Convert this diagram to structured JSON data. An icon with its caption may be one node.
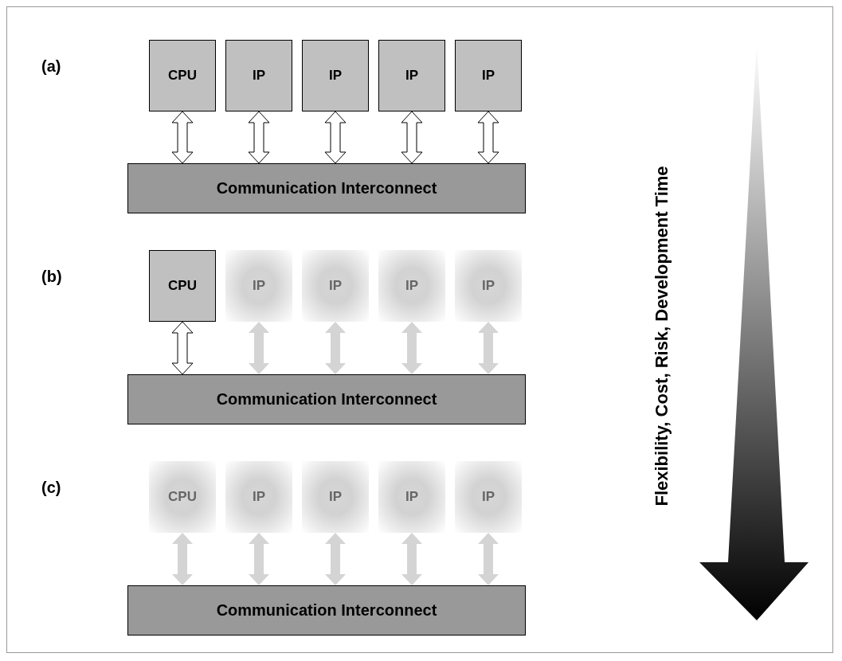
{
  "diagram": {
    "nodes": [
      {
        "text": [
          "CPU"
        ]
      },
      {
        "text": [
          "IP"
        ]
      },
      {
        "text": [
          "IP"
        ]
      },
      {
        "text": [
          "IP"
        ]
      },
      {
        "text": [
          "IP"
        ]
      },
      {
        "text": [
          "Communication Interconnect"
        ]
      },
      {
        "text": [
          "CPU"
        ]
      },
      {
        "text": [
          "IP"
        ]
      },
      {
        "text": [
          "IP"
        ]
      },
      {
        "text": [
          "IP"
        ]
      },
      {
        "text": [
          "IP"
        ]
      },
      {
        "text": [
          "Communication Interconnect"
        ]
      },
      {
        "text": [
          "CPU"
        ]
      },
      {
        "text": [
          "IP"
        ]
      },
      {
        "text": [
          "IP"
        ]
      },
      {
        "text": [
          "IP"
        ]
      },
      {
        "text": [
          "IP"
        ]
      },
      {
        "text": [
          "Communication Interconnect"
        ]
      }
    ],
    "edges": [
      {
        "from": 0,
        "to": 5,
        "arrow": "both"
      },
      {
        "from": 1,
        "to": 5,
        "arrow": "both"
      },
      {
        "from": 2,
        "to": 5,
        "arrow": "both"
      },
      {
        "from": 3,
        "to": 5,
        "arrow": "both"
      },
      {
        "from": 4,
        "to": 5,
        "arrow": "both"
      },
      {
        "from": 6,
        "to": 11,
        "arrow": "both"
      },
      {
        "from": 7,
        "to": 11,
        "arrow": "both",
        "color": "#d4d4d4"
      },
      {
        "from": 8,
        "to": 11,
        "arrow": "both",
        "color": "#d4d4d4"
      },
      {
        "from": 9,
        "to": 11,
        "arrow": "both",
        "color": "#d4d4d4"
      },
      {
        "from": 10,
        "to": 11,
        "arrow": "both",
        "color": "#d4d4d4"
      },
      {
        "from": 12,
        "to": 17,
        "arrow": "both",
        "color": "#d4d4d4"
      },
      {
        "from": 13,
        "to": 17,
        "arrow": "both",
        "color": "#d4d4d4"
      },
      {
        "from": 14,
        "to": 17,
        "arrow": "both",
        "color": "#d4d4d4"
      },
      {
        "from": 15,
        "to": 17,
        "arrow": "both",
        "color": "#d4d4d4"
      },
      {
        "from": 16,
        "to": 17,
        "arrow": "both",
        "color": "#d4d4d4"
      }
    ],
    "labels": [
      "(a)",
      "(b)",
      "(c)",
      "Flexibility, Cost, Risk, Development Time"
    ]
  }
}
